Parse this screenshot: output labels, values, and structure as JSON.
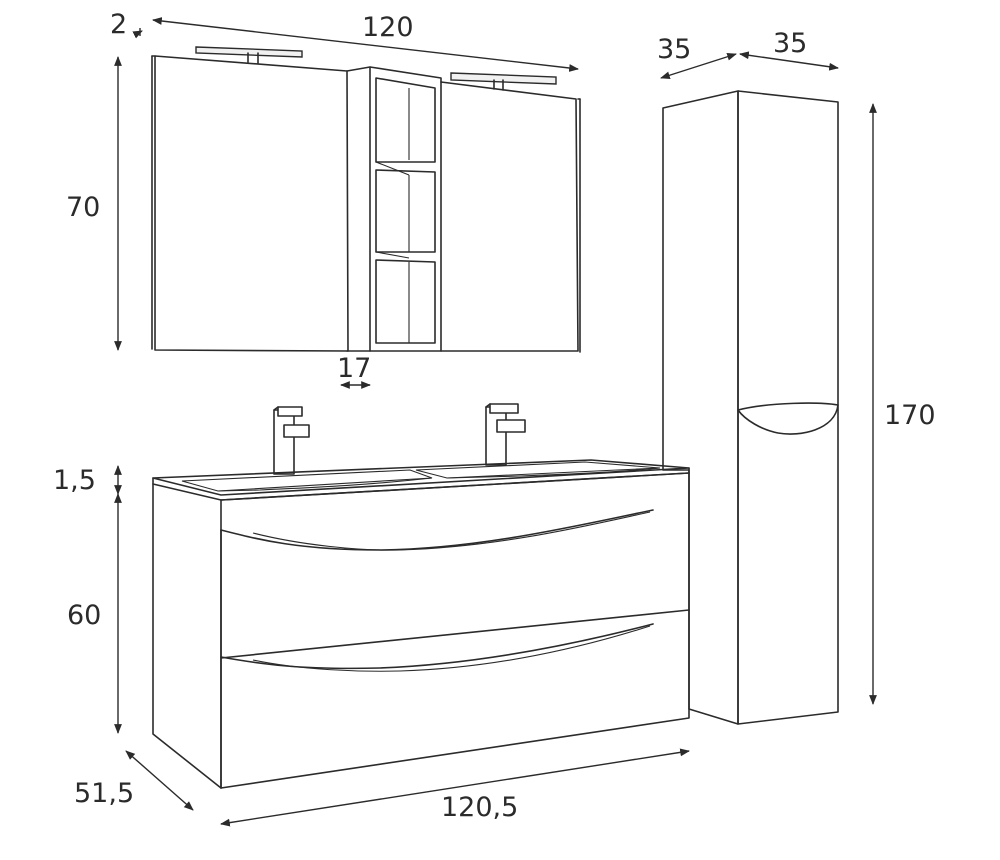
{
  "diagram": {
    "dimensions": {
      "mirror_width": "120",
      "mirror_depth": "2",
      "mirror_height": "70",
      "shelf_width": "17",
      "column_width": "35",
      "column_depth": "35",
      "column_height": "170",
      "top_thickness": "1,5",
      "vanity_height": "60",
      "vanity_depth": "51,5",
      "vanity_width": "120,5"
    }
  }
}
